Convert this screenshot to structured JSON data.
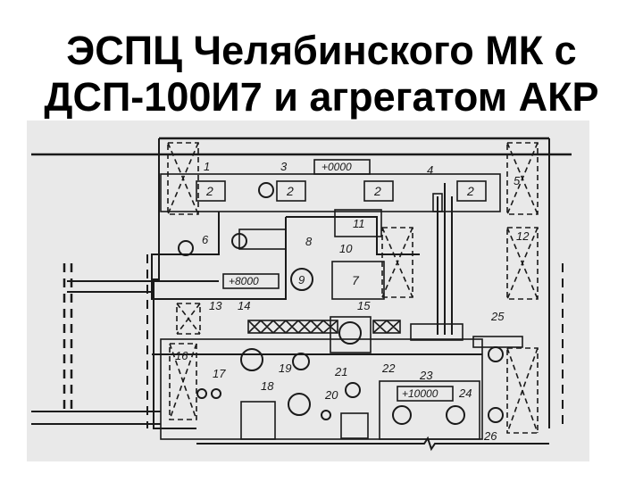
{
  "title": {
    "line1": "ЭСПЦ Челябинского МК с",
    "line2": "ДСП-100И7 и агрегатом АКР"
  },
  "plan": {
    "elevations": [
      "+0000",
      "+8000",
      "+10000"
    ],
    "labels": [
      "1",
      "2",
      "2",
      "2",
      "2",
      "3",
      "4",
      "5",
      "6",
      "7",
      "8",
      "9",
      "10",
      "11",
      "12",
      "13",
      "14",
      "15",
      "16",
      "17",
      "18",
      "19",
      "20",
      "21",
      "22",
      "23",
      "24",
      "25",
      "26"
    ]
  },
  "colors": {
    "ink": "#1a1a1a",
    "paper": "#e9e9e9",
    "background": "#ffffff"
  }
}
